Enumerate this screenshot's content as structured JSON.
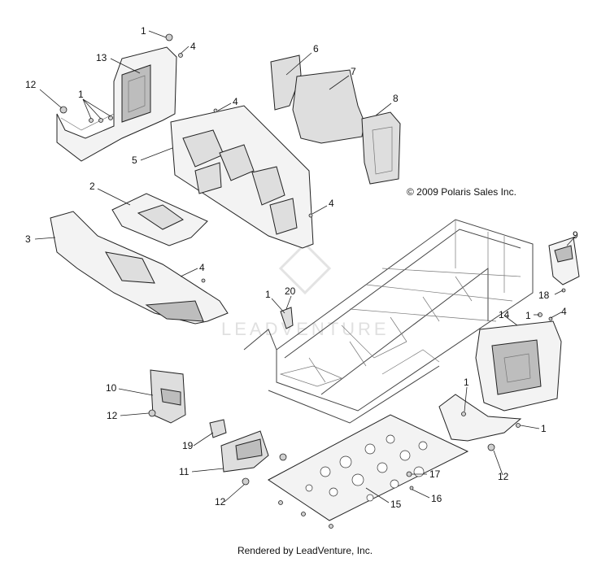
{
  "copyright": "© 2009 Polaris Sales Inc.",
  "footer": "Rendered by LeadVenture, Inc.",
  "watermark": "LEADVENTURE",
  "callouts": [
    {
      "id": "c1a",
      "label": "1"
    },
    {
      "id": "c4a",
      "label": "4"
    },
    {
      "id": "c13",
      "label": "13"
    },
    {
      "id": "c12a",
      "label": "12"
    },
    {
      "id": "c1b",
      "label": "1"
    },
    {
      "id": "c6",
      "label": "6"
    },
    {
      "id": "c7",
      "label": "7"
    },
    {
      "id": "c8",
      "label": "8"
    },
    {
      "id": "c4b",
      "label": "4"
    },
    {
      "id": "c5",
      "label": "5"
    },
    {
      "id": "c2",
      "label": "2"
    },
    {
      "id": "c4c",
      "label": "4"
    },
    {
      "id": "c3",
      "label": "3"
    },
    {
      "id": "c4d",
      "label": "4"
    },
    {
      "id": "c9",
      "label": "9"
    },
    {
      "id": "c18",
      "label": "18"
    },
    {
      "id": "c1c",
      "label": "1"
    },
    {
      "id": "c20",
      "label": "20"
    },
    {
      "id": "c1d",
      "label": "1"
    },
    {
      "id": "c4e",
      "label": "4"
    },
    {
      "id": "c14",
      "label": "14"
    },
    {
      "id": "c10",
      "label": "10"
    },
    {
      "id": "c12b",
      "label": "12"
    },
    {
      "id": "c1e",
      "label": "1"
    },
    {
      "id": "c1f",
      "label": "1"
    },
    {
      "id": "c19",
      "label": "19"
    },
    {
      "id": "c11",
      "label": "11"
    },
    {
      "id": "c12c",
      "label": "12"
    },
    {
      "id": "c12d",
      "label": "12"
    },
    {
      "id": "c17",
      "label": "17"
    },
    {
      "id": "c16",
      "label": "16"
    },
    {
      "id": "c15",
      "label": "15"
    }
  ]
}
